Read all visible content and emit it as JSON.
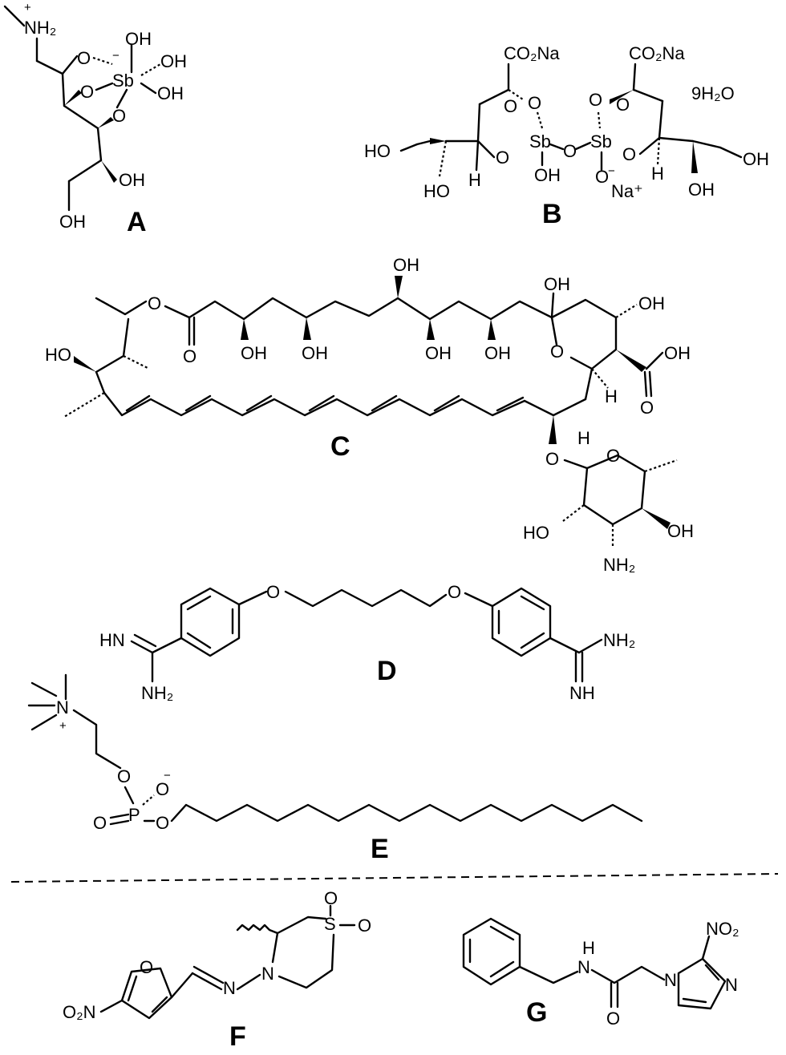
{
  "compounds": [
    {
      "id": "A",
      "label": "A"
    },
    {
      "id": "B",
      "label": "B"
    },
    {
      "id": "C",
      "label": "C"
    },
    {
      "id": "D",
      "label": "D"
    },
    {
      "id": "E",
      "label": "E"
    },
    {
      "id": "F",
      "label": "F"
    },
    {
      "id": "G",
      "label": "G"
    }
  ],
  "atoms": {
    "nh2": "NH₂",
    "oh": "OH",
    "ho": "HO",
    "o": "O",
    "sb": "Sb",
    "h": "H",
    "n": "N",
    "p": "P",
    "s": "S",
    "co2na": "CO₂Na",
    "na_plus": "Na⁺",
    "water": "9H₂O",
    "nh": "NH",
    "hn": "HN",
    "no2": "NO₂",
    "o2n": "O₂N",
    "plus": "+",
    "minus": "−"
  }
}
